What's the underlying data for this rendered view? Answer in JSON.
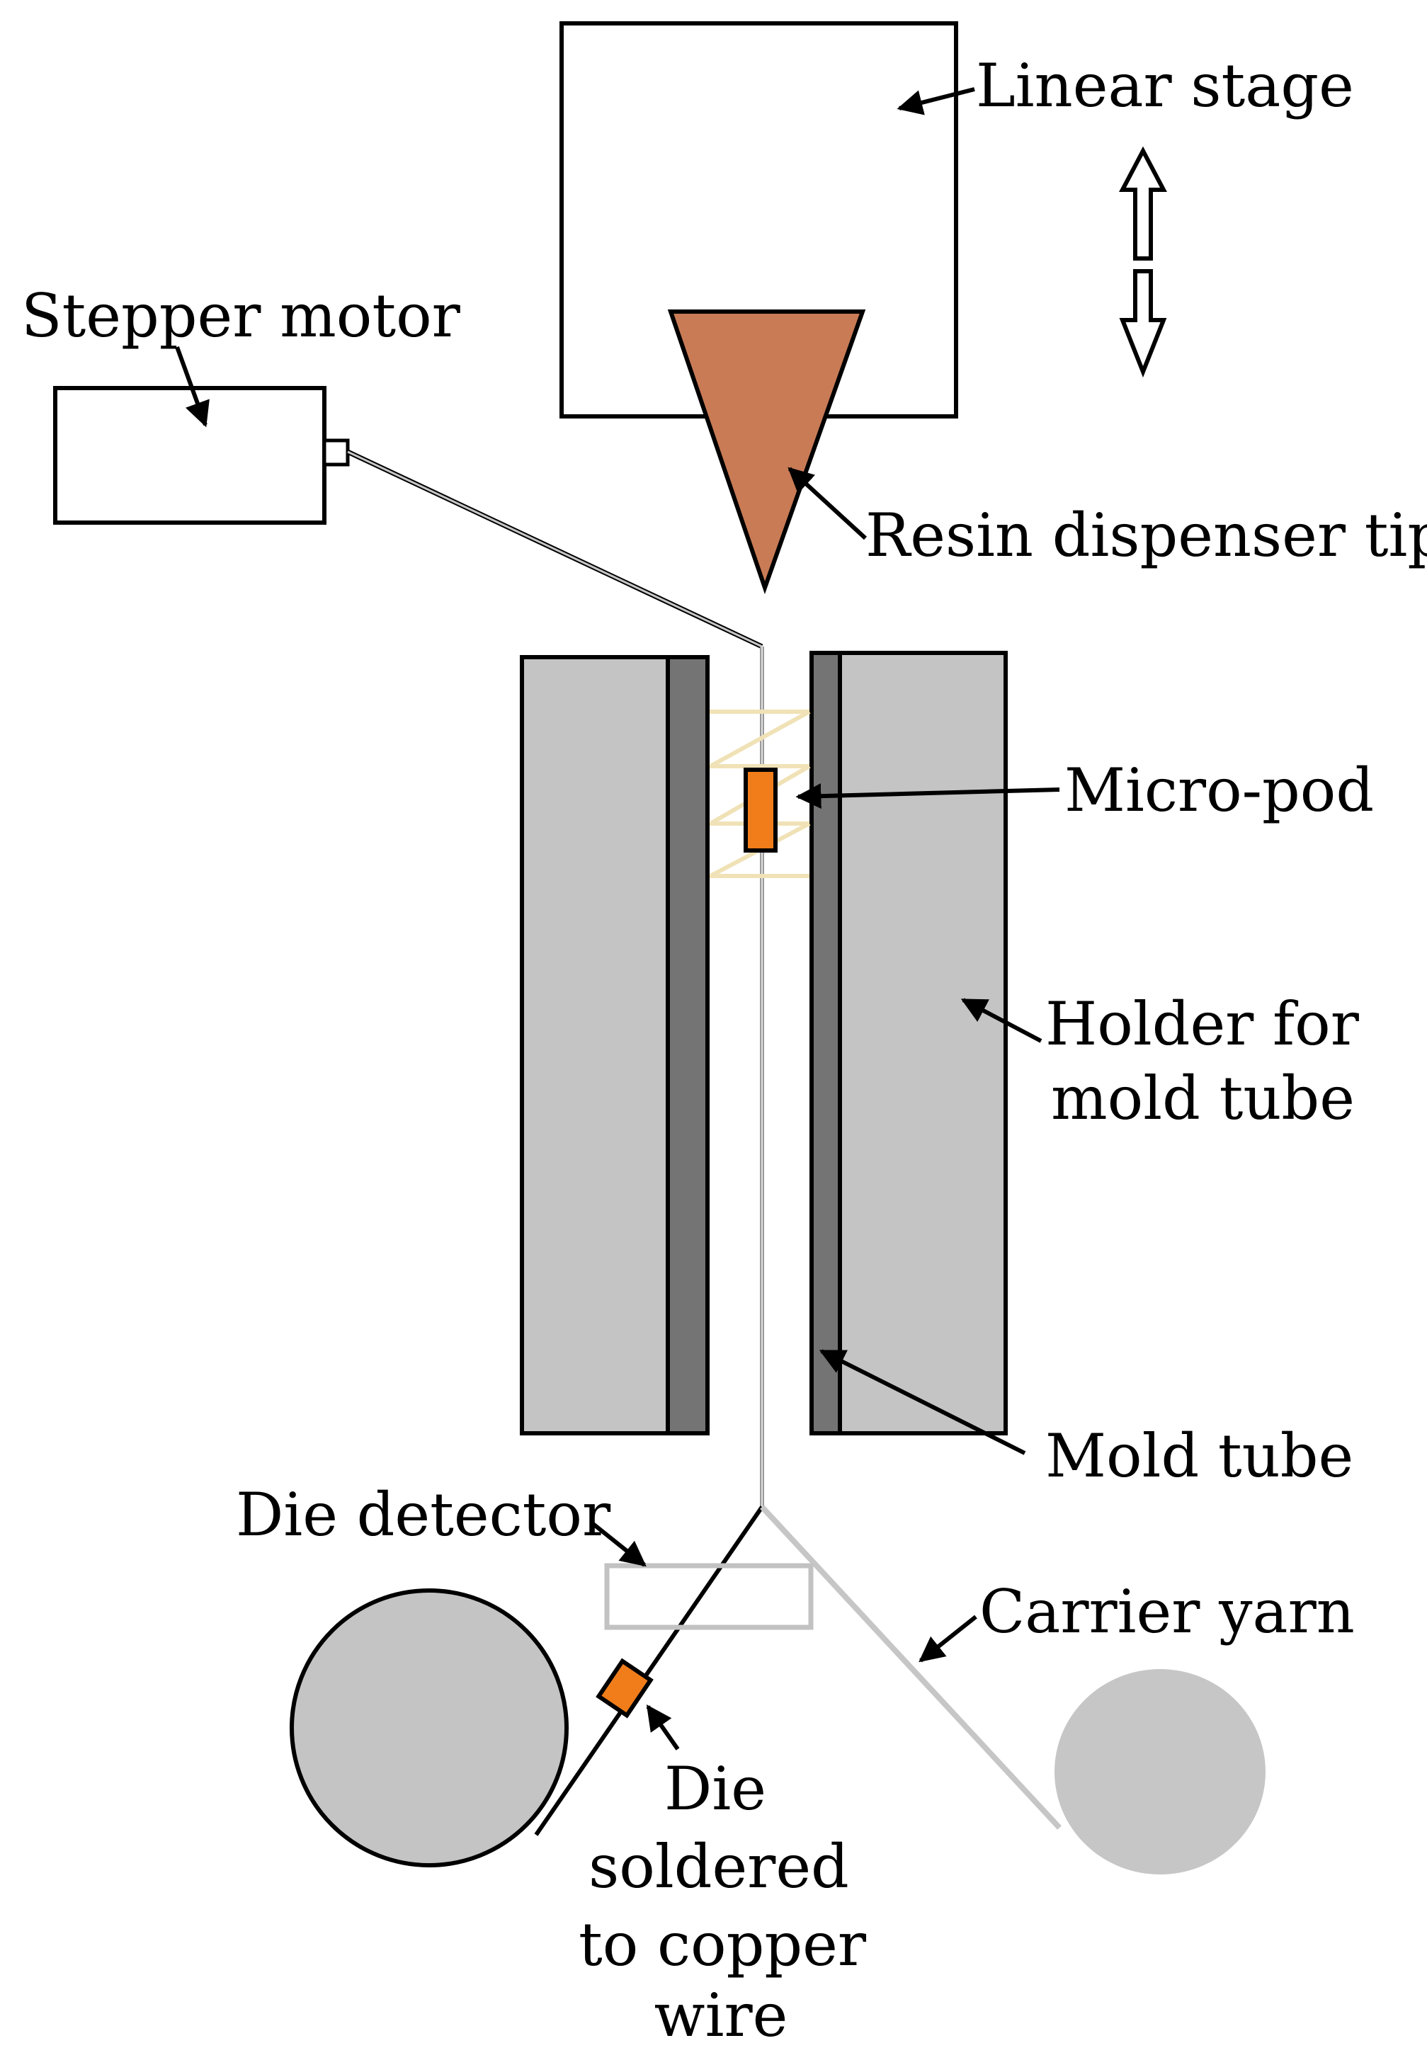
{
  "labels": {
    "linear_stage": "Linear stage",
    "stepper_motor": "Stepper motor",
    "resin_dispenser_tip": "Resin dispenser tip",
    "micro_pod": "Micro-pod",
    "holder_line1": "Holder for",
    "holder_line2": "mold tube",
    "mold_tube": "Mold tube",
    "die_detector": "Die detector",
    "carrier_yarn": "Carrier yarn",
    "die_line1": "Die",
    "die_line2": "soldered",
    "die_line3": "to copper",
    "die_line4": "wire"
  },
  "colors": {
    "outline": "#000000",
    "holder_fill": "#c4c4c4",
    "mold_tube_fill": "#747474",
    "dispenser_tip_fill": "#c97b55",
    "micro_pod_fill": "#f07d1a",
    "die_fill": "#f07d1a",
    "coil_hatch": "#f0e2b6",
    "carrier_yarn": "#c6c6c6",
    "detector_outline": "#c2c2c2",
    "spool_fill": "#c4c4c4"
  },
  "icons": {
    "motion_arrow": "up-down-double-arrow-icon"
  }
}
